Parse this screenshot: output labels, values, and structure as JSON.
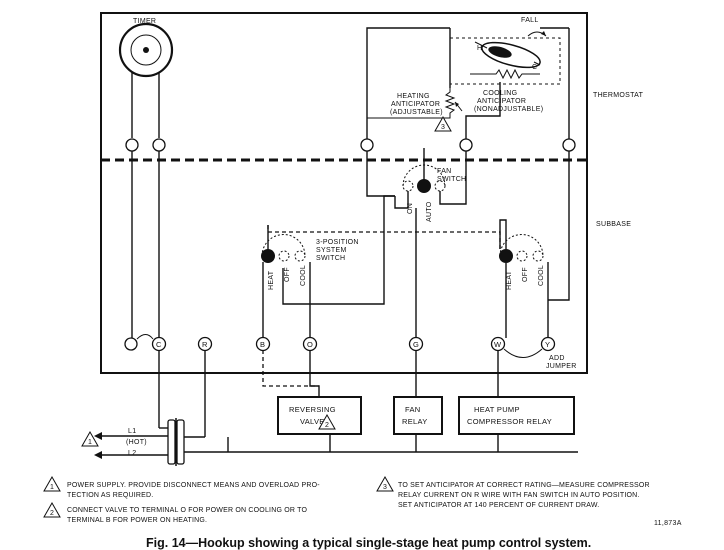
{
  "labels": {
    "timer": "TIMER",
    "fall": "FALL",
    "h": "H",
    "c": "C",
    "thermostat": "THERMOSTAT",
    "subbase": "SUBBASE",
    "heating_anticipator": [
      "HEATING",
      "ANTICIPATOR",
      "(ADJUSTABLE)"
    ],
    "cooling_anticipator": [
      "COOLING",
      "ANTICIPATOR",
      "(NONADJUSTABLE)"
    ],
    "fan_switch": [
      "FAN",
      "SWITCH"
    ],
    "fan_on": "ON",
    "fan_auto": "AUTO",
    "system_switch": [
      "3-POSITION",
      "SYSTEM",
      "SWITCH"
    ],
    "heat": "HEAT",
    "off": "OFF",
    "cool": "COOL",
    "add_jumper": [
      "ADD",
      "JUMPER"
    ],
    "l1": "L1",
    "hot": "(HOT)",
    "l2": "L2",
    "part_number": "11,873A"
  },
  "terminals": [
    "C",
    "R",
    "B",
    "O",
    "G",
    "W",
    "Y"
  ],
  "markers": [
    "1",
    "2",
    "3"
  ],
  "boxes": {
    "reversing_valve": [
      "REVERSING",
      "VALVE"
    ],
    "fan_relay": [
      "FAN",
      "RELAY"
    ],
    "compressor_relay": [
      "HEAT PUMP",
      "COMPRESSOR RELAY"
    ]
  },
  "notes": {
    "note1": [
      "POWER SUPPLY. PROVIDE DISCONNECT MEANS AND OVERLOAD PRO-",
      "TECTION AS REQUIRED."
    ],
    "note2": [
      "CONNECT VALVE TO TERMINAL O FOR POWER ON COOLING OR TO",
      "TERMINAL B FOR POWER ON HEATING."
    ],
    "note3": [
      "TO SET ANTICIPATOR AT CORRECT RATING—MEASURE COMPRESSOR",
      "RELAY CURRENT ON R WIRE WITH FAN SWITCH IN AUTO POSITION.",
      "SET ANTICIPATOR AT 140 PERCENT OF CURRENT DRAW."
    ]
  },
  "caption": "Fig. 14—Hookup showing a typical single-stage heat pump control system."
}
